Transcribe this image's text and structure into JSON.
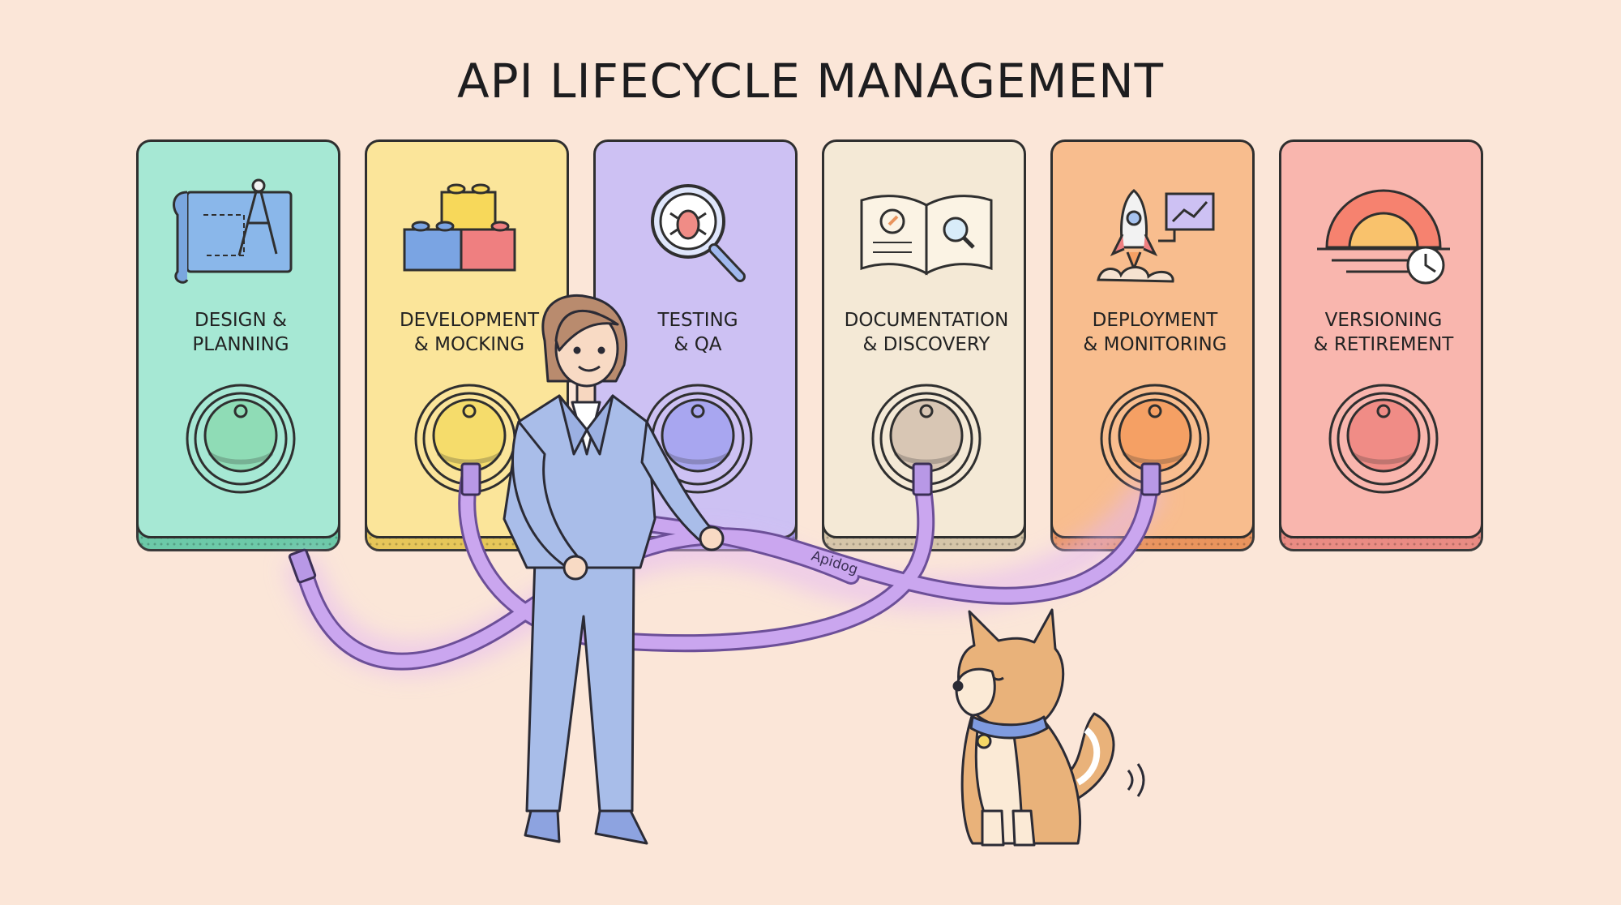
{
  "title": "API LIFECYCLE MANAGEMENT",
  "stages": [
    {
      "label": "DESIGN &\nPLANNING",
      "icon": "blueprint-compass-icon",
      "color": "#a6e8d4",
      "dark": "#6cc9a8",
      "knob": "#8fdcb6"
    },
    {
      "label": "DEVELOPMENT\n& MOCKING",
      "icon": "building-blocks-icon",
      "color": "#fbe59a",
      "dark": "#e6c659",
      "knob": "#f5dc6b"
    },
    {
      "label": "TESTING\n& QA",
      "icon": "bug-magnifier-icon",
      "color": "#cdc1f3",
      "dark": "#9d8fe0",
      "knob": "#a8a6f0"
    },
    {
      "label": "DOCUMENTATION\n& DISCOVERY",
      "icon": "open-book-icon",
      "color": "#f4e9d6",
      "dark": "#d5c5a8",
      "knob": "#d8c6b4"
    },
    {
      "label": "DEPLOYMENT\n& MONITORING",
      "icon": "rocket-chart-icon",
      "color": "#f8bd8e",
      "dark": "#e9945d",
      "knob": "#f5a064"
    },
    {
      "label": "VERSIONING\n& RETIREMENT",
      "icon": "sunset-clock-icon",
      "color": "#f9b6ae",
      "dark": "#e98b83",
      "knob": "#f08c86"
    }
  ],
  "cable_label": "Apidog",
  "colors": {
    "background": "#fbe6d8",
    "cable": "#c9a3ee",
    "cable_outline": "#7a5aa8",
    "suit": "#a9bde9",
    "dog": "#e9b27a"
  }
}
